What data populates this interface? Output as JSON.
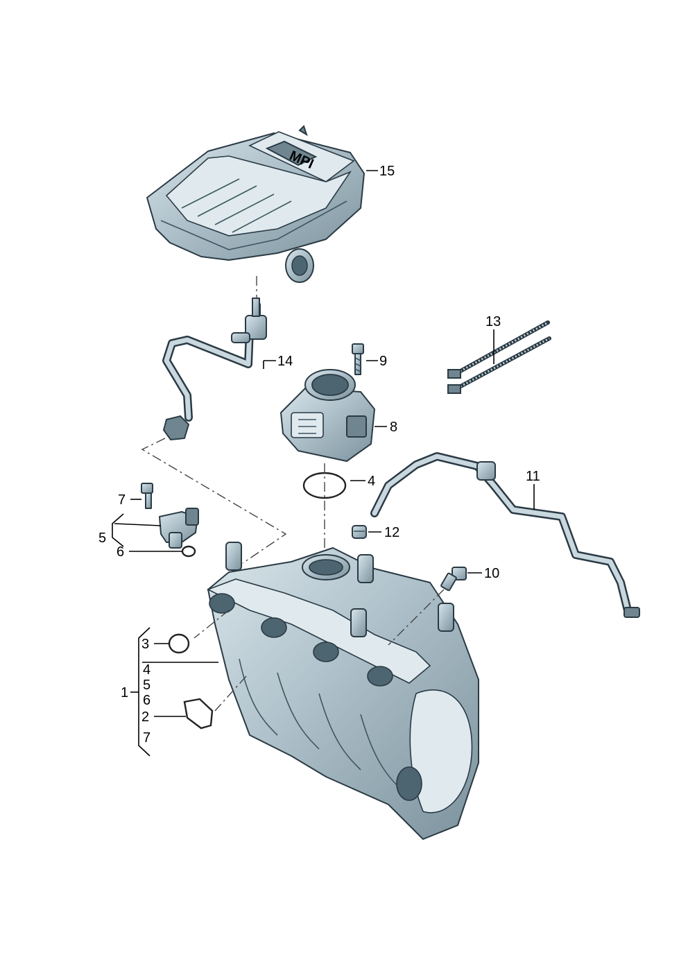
{
  "callouts": {
    "c15": "15",
    "c14": "14",
    "c13": "13",
    "c9": "9",
    "c8": "8",
    "c4a": "4",
    "c11": "11",
    "c7a": "7",
    "c5a": "5",
    "c6a": "6",
    "c12": "12",
    "c10": "10",
    "c3": "3",
    "c4b": "4",
    "c1": "1",
    "c5b": "5",
    "c6b": "6",
    "c2": "2",
    "c7b": "7"
  },
  "embossed": {
    "badge": "MPI"
  },
  "colors": {
    "part": "#a9bcc6",
    "outline": "#2a3a44",
    "background": "#ffffff"
  }
}
